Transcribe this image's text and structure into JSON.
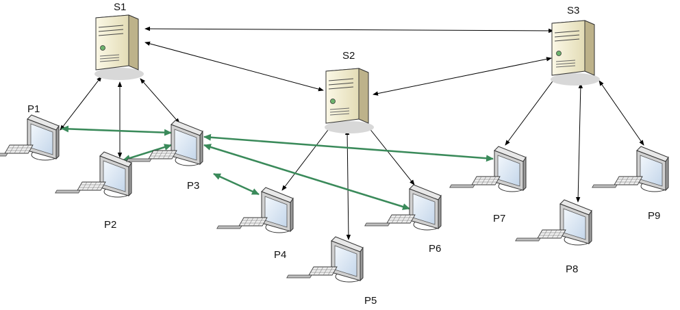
{
  "servers": [
    {
      "id": "S1",
      "label": "S1"
    },
    {
      "id": "S2",
      "label": "S2"
    },
    {
      "id": "S3",
      "label": "S3"
    }
  ],
  "peers": [
    {
      "id": "P1",
      "label": "P1"
    },
    {
      "id": "P2",
      "label": "P2"
    },
    {
      "id": "P3",
      "label": "P3"
    },
    {
      "id": "P4",
      "label": "P4"
    },
    {
      "id": "P5",
      "label": "P5"
    },
    {
      "id": "P6",
      "label": "P6"
    },
    {
      "id": "P7",
      "label": "P7"
    },
    {
      "id": "P8",
      "label": "P8"
    },
    {
      "id": "P9",
      "label": "P9"
    }
  ],
  "server_links": [
    {
      "from": "S1",
      "to": "S3"
    },
    {
      "from": "S1",
      "to": "S2"
    },
    {
      "from": "S2",
      "to": "S3"
    }
  ],
  "client_links": [
    {
      "from": "S1",
      "to": "P1"
    },
    {
      "from": "S1",
      "to": "P2"
    },
    {
      "from": "S1",
      "to": "P3"
    },
    {
      "from": "S2",
      "to": "P4"
    },
    {
      "from": "S2",
      "to": "P5"
    },
    {
      "from": "S2",
      "to": "P6"
    },
    {
      "from": "S3",
      "to": "P7"
    },
    {
      "from": "S3",
      "to": "P8"
    },
    {
      "from": "S3",
      "to": "P9"
    }
  ],
  "p2p_links": [
    {
      "from": "P3",
      "to": "P1"
    },
    {
      "from": "P3",
      "to": "P2"
    },
    {
      "from": "P3",
      "to": "P4"
    },
    {
      "from": "P3",
      "to": "P6"
    },
    {
      "from": "P3",
      "to": "P7"
    }
  ],
  "colors": {
    "p2p_link": "#3a8a5a",
    "server_link": "#000000",
    "server_body": "#f2edd2",
    "monitor_screen": "#dde9f5"
  }
}
